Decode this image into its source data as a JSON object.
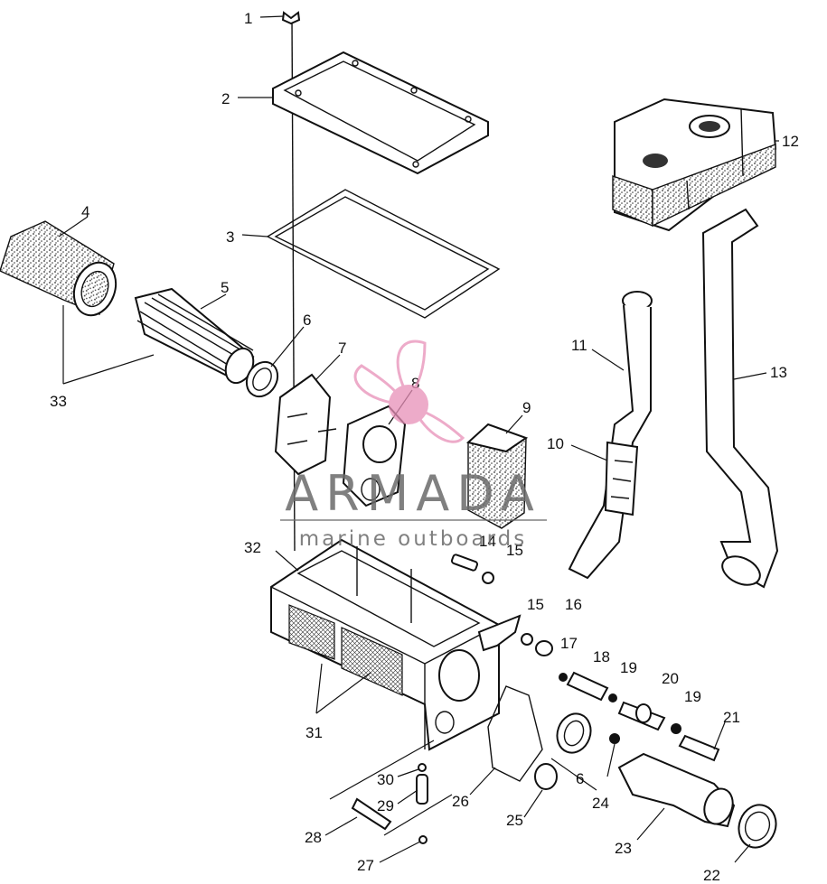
{
  "labels": [
    "1",
    "2",
    "3",
    "4",
    "5",
    "6",
    "7",
    "8",
    "9",
    "10",
    "11",
    "12",
    "13",
    "14",
    "15",
    "15",
    "16",
    "17",
    "18",
    "19",
    "19",
    "20",
    "21",
    "22",
    "23",
    "24",
    "6",
    "25",
    "26",
    "27",
    "28",
    "29",
    "30",
    "31",
    "32",
    "33"
  ],
  "watermark": {
    "brand": "ARMADA",
    "tagline": "marine outboards",
    "logo_icon": "propeller-logo-icon",
    "logo_color": "#e890b8"
  },
  "colors": {
    "ink": "#111111",
    "background": "#ffffff"
  }
}
